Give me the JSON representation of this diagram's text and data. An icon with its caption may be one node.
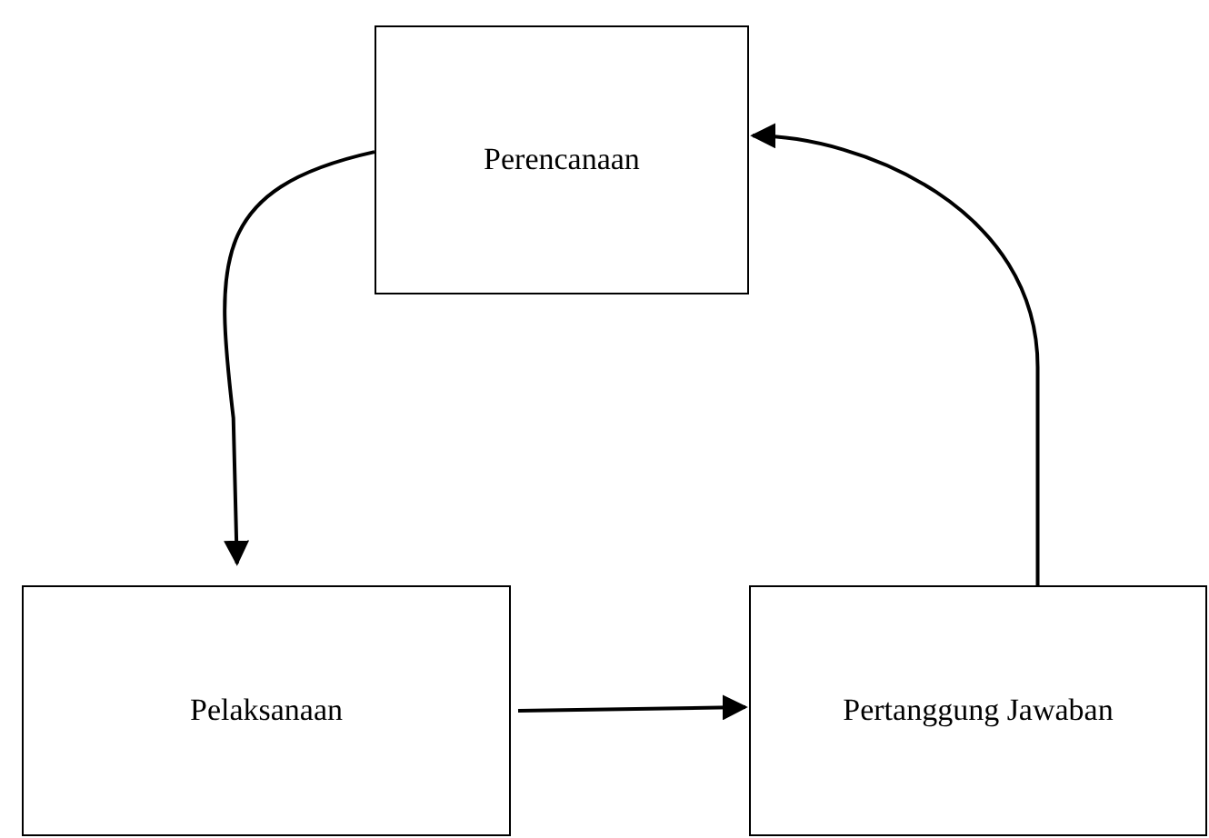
{
  "diagram": {
    "nodes": [
      {
        "text": [
          "Perencanaan"
        ]
      },
      {
        "text": [
          "Pelaksanaan"
        ]
      },
      {
        "text": [
          "Pertanggung Jawaban"
        ]
      }
    ],
    "edges": [
      {
        "from": 0,
        "to": 1,
        "arrow": "to"
      },
      {
        "from": 1,
        "to": 2,
        "arrow": "to"
      },
      {
        "from": 2,
        "to": 0,
        "arrow": "to"
      }
    ]
  }
}
